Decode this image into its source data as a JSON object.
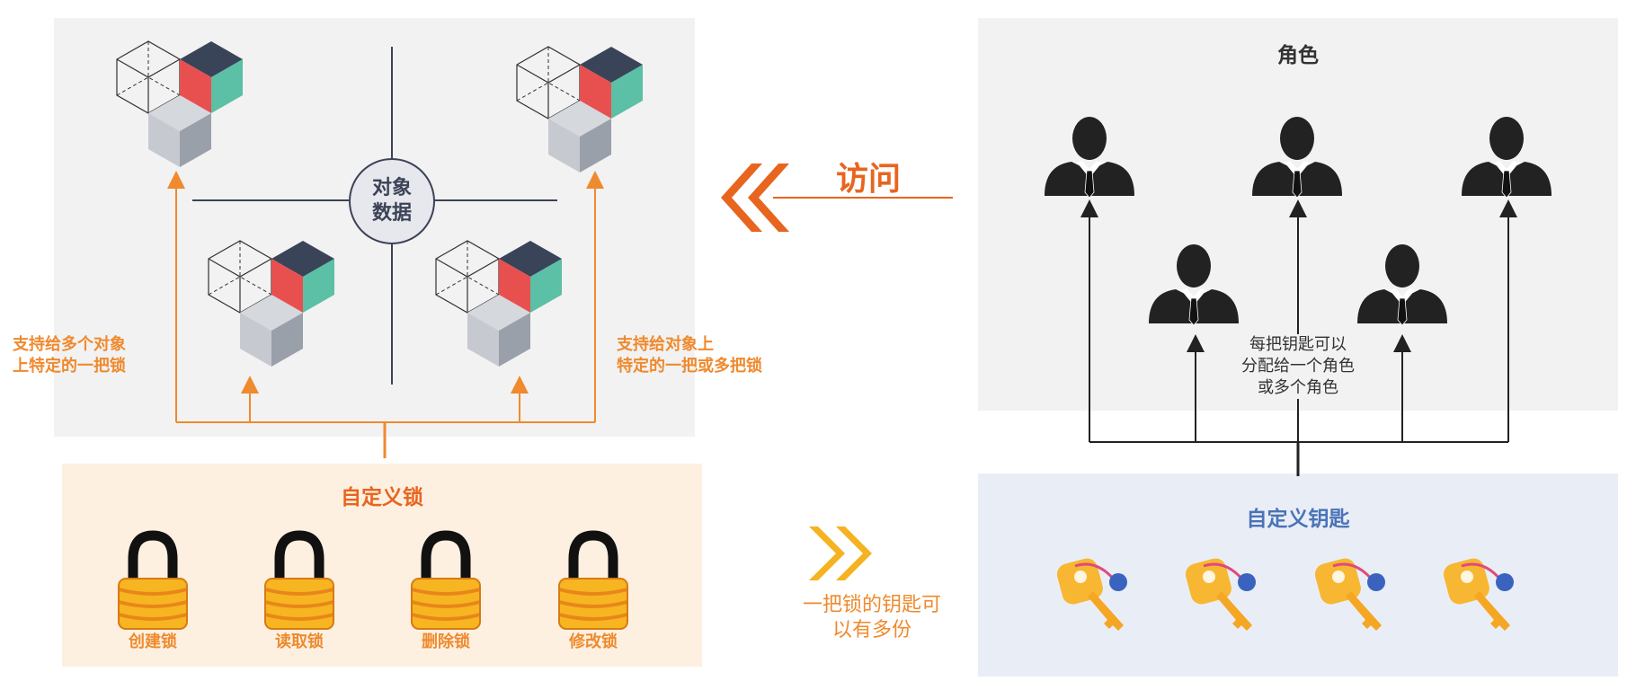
{
  "center": {
    "line1": "对象",
    "line2": "数据"
  },
  "notes": {
    "left": {
      "line1": "支持给多个对象",
      "line2": "上特定的一把锁"
    },
    "right": {
      "line1": "支持给对象上",
      "line2": "特定的一把或多把锁"
    }
  },
  "locks": {
    "title": "自定义锁",
    "items": [
      "创建锁",
      "读取锁",
      "删除锁",
      "修改锁"
    ]
  },
  "access": {
    "label": "访问"
  },
  "key_note": {
    "line1": "一把锁的钥匙可",
    "line2": "以有多份"
  },
  "roles": {
    "title": "角色",
    "note": {
      "line1": "每把钥匙可以",
      "line2": "分配给一个角色",
      "line3": "或多个角色"
    }
  },
  "keys": {
    "title": "自定义钥匙"
  },
  "colors": {
    "orange": "#ef8a2e",
    "dark_orange": "#e8651f",
    "blue": "#4a73b8",
    "dark": "#3c4356"
  }
}
